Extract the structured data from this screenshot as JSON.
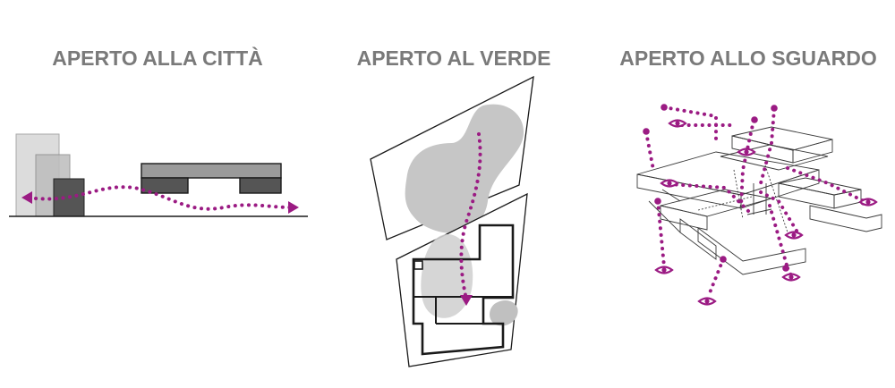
{
  "titles": {
    "city": "APERTO ALLA CITTÀ",
    "green": "APERTO AL VERDE",
    "view": "APERTO ALLO SGUARDO"
  },
  "colors": {
    "accent": "#9b1b83",
    "title": "#7a7a7a",
    "line": "#1a1a1a",
    "green_area": "#c6c6c6",
    "building_dark": "#555555",
    "building_mid": "#9a9a9a"
  },
  "icons": [
    "eye-icon",
    "arrowhead-icon",
    "viewpoint-dot-icon"
  ]
}
